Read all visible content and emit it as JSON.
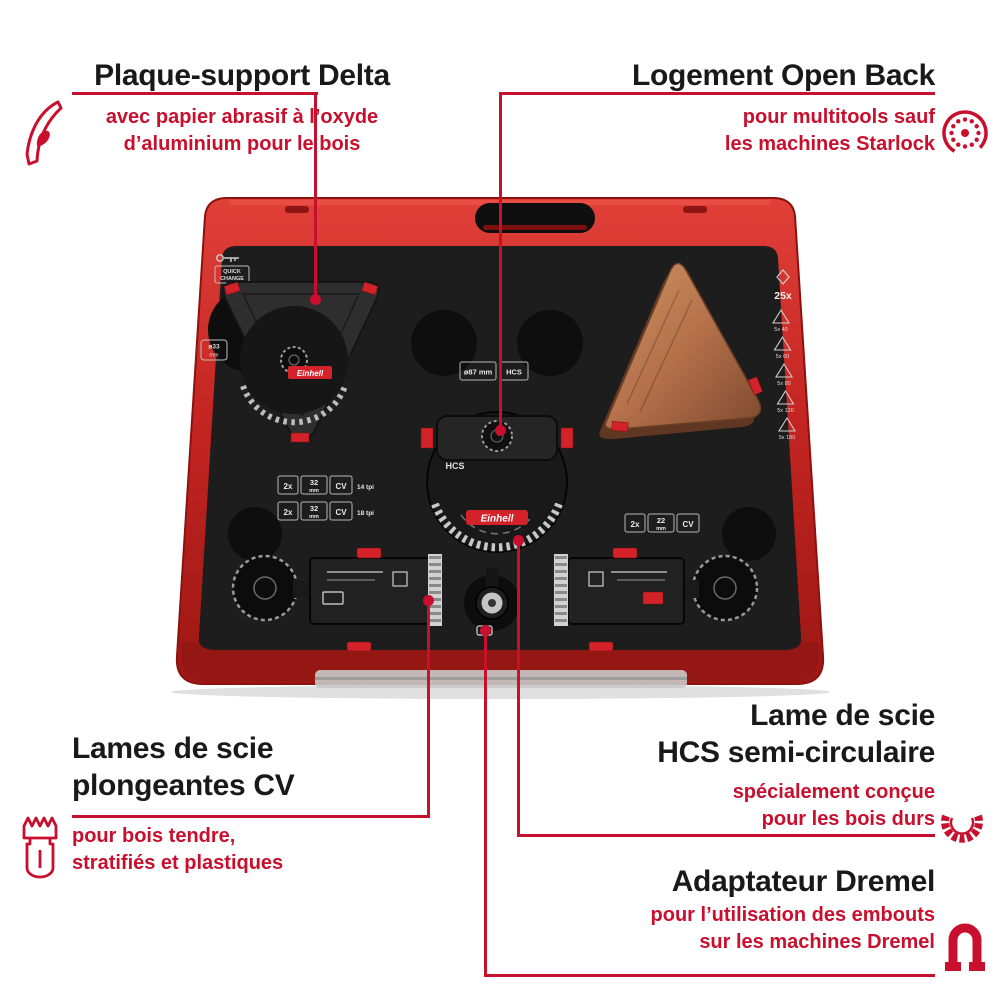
{
  "colors": {
    "accent": "#c8102e",
    "title_text": "#191919",
    "case_red": "#c42522",
    "foam": "#1d1d1d",
    "brand_red": "#d3222a"
  },
  "callouts": {
    "delta_plate": {
      "title": "Plaque-support Delta",
      "sub1": "avec papier abrasif à l’oxyde",
      "sub2": "d’aluminium pour le bois"
    },
    "open_back": {
      "title": "Logement Open Back",
      "sub1": "pour multitools sauf",
      "sub2": "les machines Starlock"
    },
    "plunge_blades": {
      "title1": "Lames de scie",
      "title2": "plongeantes CV",
      "sub1": "pour bois tendre,",
      "sub2": "stratifiés et plastiques"
    },
    "hcs_blade": {
      "title1": "Lame de scie",
      "title2": "HCS semi-circulaire",
      "sub1": "spécialement conçue",
      "sub2": "pour les bois durs"
    },
    "dremel_adapter": {
      "title": "Adaptateur Dremel",
      "sub1": "pour l’utilisation des embouts",
      "sub2": "sur les machines Dremel"
    }
  },
  "case": {
    "brand": "Einhell",
    "labels": {
      "quick_change_1": "QUICK",
      "quick_change_2": "CHANGE",
      "dia33": "ø33",
      "dia33_unit": "mm",
      "dia87": "ø87 mm",
      "hcs_box": "HCS",
      "hcs_on_blade": "HCS",
      "count_25x": "25x",
      "spec1_qty": "2x",
      "spec1_size": "32",
      "spec1_unit": "mm",
      "spec1_mat": "CV",
      "spec1_tpi": "14 tpi",
      "spec2_qty": "2x",
      "spec2_size": "32",
      "spec2_unit": "mm",
      "spec2_mat": "CV",
      "spec2_tpi": "18 tpi",
      "spec3_qty": "2x",
      "spec3_size": "22",
      "spec3_unit": "mm",
      "spec3_mat": "CV",
      "grits": [
        "5x 40",
        "5x 60",
        "5x 80",
        "5x 120",
        "5x 180"
      ]
    }
  }
}
